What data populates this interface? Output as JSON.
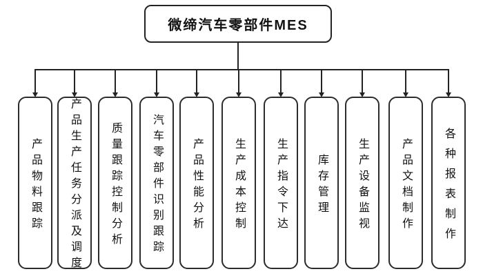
{
  "title": "微缔汽车零部件MES",
  "modules": [
    "产品物料跟踪",
    "产品生产任务分派及调度",
    "质量跟踪控制分析",
    "汽车零部件识别跟踪",
    "产品性能分析",
    "生产成本控制",
    "生产指令下达",
    "库存管理",
    "生产设备监视",
    "产品文档制作",
    "各种报表制作"
  ],
  "colors": {
    "line": "#222222",
    "background": "#ffffff",
    "text": "#111111"
  }
}
